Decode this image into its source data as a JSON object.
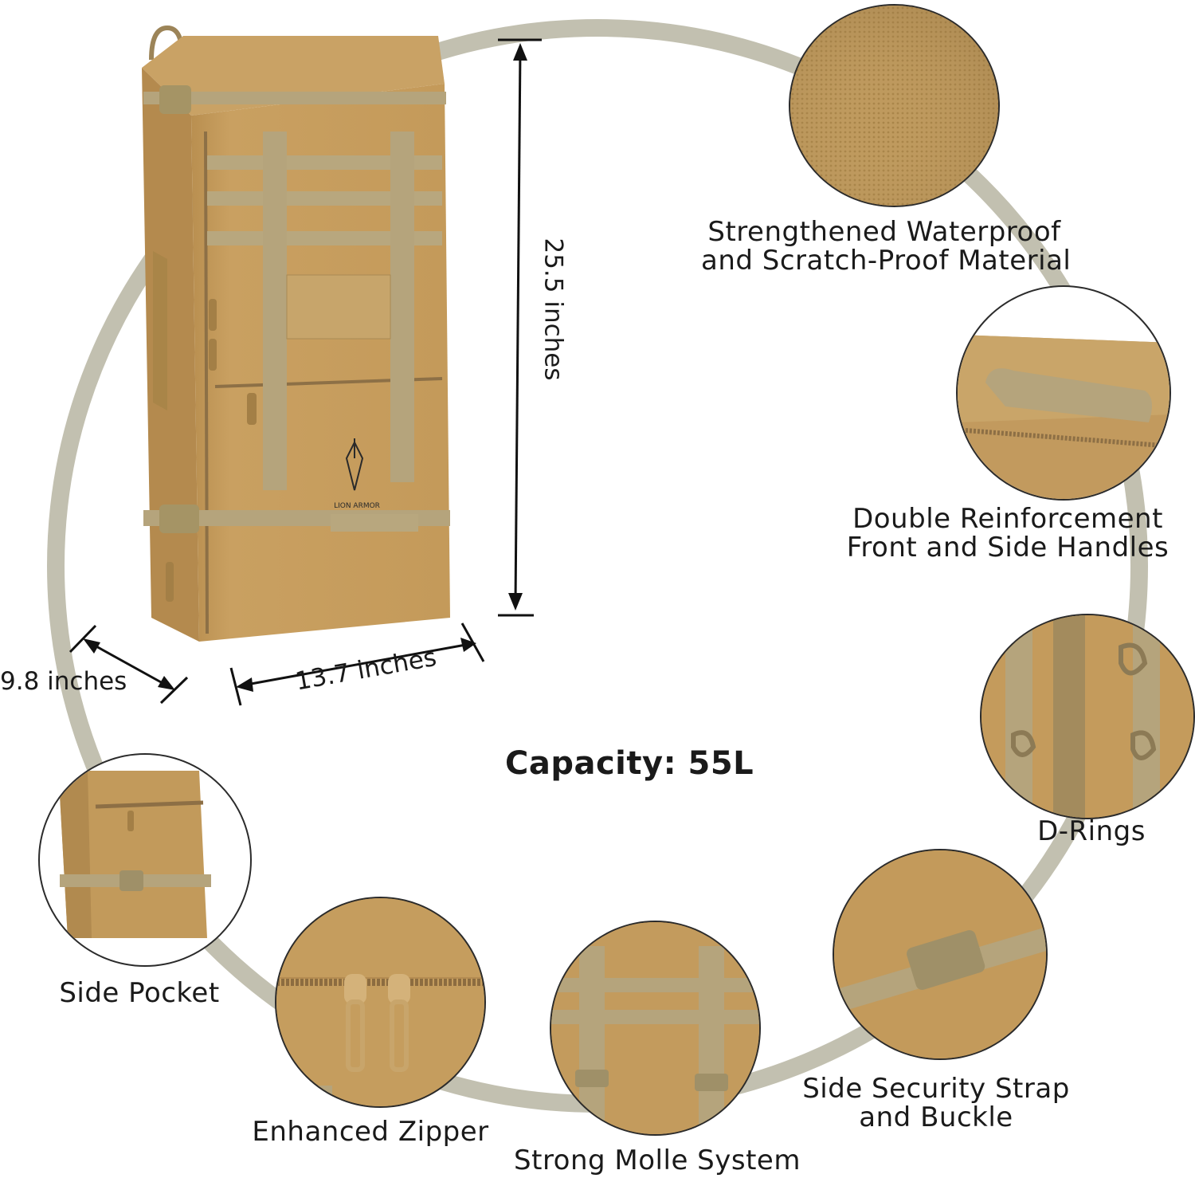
{
  "colors": {
    "ring": "#b8b6a6",
    "bag_tan": "#c59b5a",
    "strap": "#b5a47c",
    "text": "#1a1a1a"
  },
  "brand_logo_text": "LION ARMOR",
  "dimensions": {
    "height": "25.5 inches",
    "width": "13.7 inches",
    "depth": "9.8 inches"
  },
  "capacity": "Capacity: 55L",
  "features": [
    {
      "line1": "Strengthened Waterproof",
      "line2": "and Scratch-Proof Material"
    },
    {
      "line1": "Double Reinforcement",
      "line2": "Front and Side Handles"
    },
    {
      "line1": "D-Rings",
      "line2": ""
    },
    {
      "line1": "Side Security Strap",
      "line2": "and Buckle"
    },
    {
      "line1": "Strong Molle System",
      "line2": ""
    },
    {
      "line1": "Enhanced Zipper",
      "line2": ""
    },
    {
      "line1": "Side Pocket",
      "line2": ""
    }
  ]
}
